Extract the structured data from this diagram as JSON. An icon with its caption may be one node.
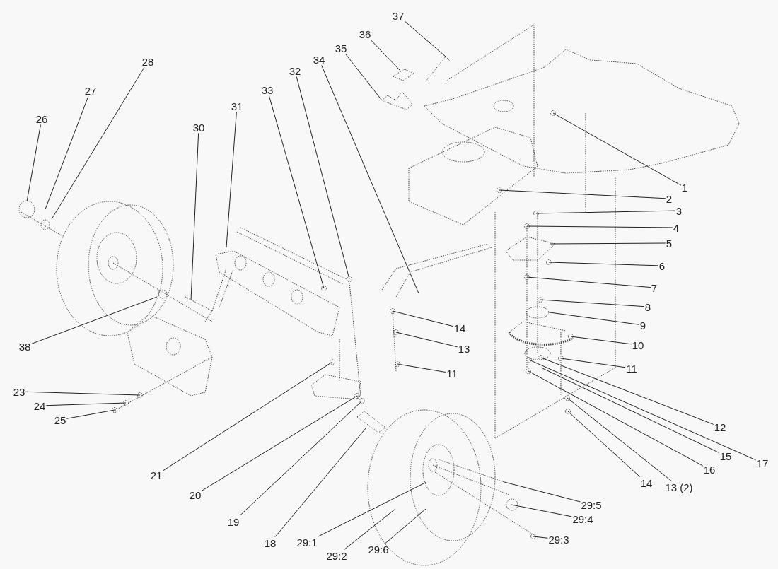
{
  "diagram": {
    "nodes": [
      {
        "text": [
          "37"
        ]
      },
      {
        "text": [
          "36"
        ]
      },
      {
        "text": [
          "35"
        ]
      },
      {
        "text": [
          "34"
        ]
      },
      {
        "text": [
          "28"
        ]
      },
      {
        "text": [
          "32"
        ]
      },
      {
        "text": [
          "33"
        ]
      },
      {
        "text": [
          "27"
        ]
      },
      {
        "text": [
          "31"
        ]
      },
      {
        "text": [
          "26"
        ]
      },
      {
        "text": [
          "30"
        ]
      },
      {
        "text": [
          "1"
        ]
      },
      {
        "text": [
          "2"
        ]
      },
      {
        "text": [
          "3"
        ]
      },
      {
        "text": [
          "4"
        ]
      },
      {
        "text": [
          "5"
        ]
      },
      {
        "text": [
          "6"
        ]
      },
      {
        "text": [
          "7"
        ]
      },
      {
        "text": [
          "8"
        ]
      },
      {
        "text": [
          "9"
        ]
      },
      {
        "text": [
          "14"
        ]
      },
      {
        "text": [
          "10"
        ]
      },
      {
        "text": [
          "38"
        ]
      },
      {
        "text": [
          "13"
        ]
      },
      {
        "text": [
          "11"
        ]
      },
      {
        "text": [
          "11"
        ]
      },
      {
        "text": [
          "23"
        ]
      },
      {
        "text": [
          "24"
        ]
      },
      {
        "text": [
          "25"
        ]
      },
      {
        "text": [
          "12"
        ]
      },
      {
        "text": [
          "15"
        ]
      },
      {
        "text": [
          "16"
        ]
      },
      {
        "text": [
          "17"
        ]
      },
      {
        "text": [
          "21"
        ]
      },
      {
        "text": [
          "14"
        ]
      },
      {
        "text": [
          "13 (2)"
        ]
      },
      {
        "text": [
          "20"
        ]
      },
      {
        "text": [
          "29:5"
        ]
      },
      {
        "text": [
          "19"
        ]
      },
      {
        "text": [
          "29:4"
        ]
      },
      {
        "text": [
          "29:1"
        ]
      },
      {
        "text": [
          "18"
        ]
      },
      {
        "text": [
          "29:3"
        ]
      },
      {
        "text": [
          "29:6"
        ]
      },
      {
        "text": [
          "29:2"
        ]
      }
    ],
    "edges": [
      {
        "from": 0,
        "to": null,
        "arrow": "none"
      },
      {
        "from": 1,
        "to": null,
        "arrow": "none"
      },
      {
        "from": 2,
        "to": null,
        "arrow": "none"
      },
      {
        "from": 3,
        "to": null,
        "arrow": "none"
      },
      {
        "from": 4,
        "to": null,
        "arrow": "none"
      },
      {
        "from": 5,
        "to": null,
        "arrow": "none"
      },
      {
        "from": 6,
        "to": null,
        "arrow": "none"
      },
      {
        "from": 7,
        "to": null,
        "arrow": "none"
      },
      {
        "from": 8,
        "to": null,
        "arrow": "none"
      },
      {
        "from": 9,
        "to": null,
        "arrow": "none"
      },
      {
        "from": 10,
        "to": null,
        "arrow": "none"
      },
      {
        "from": 11,
        "to": null,
        "arrow": "none"
      },
      {
        "from": 12,
        "to": null,
        "arrow": "none"
      },
      {
        "from": 13,
        "to": null,
        "arrow": "none"
      },
      {
        "from": 14,
        "to": null,
        "arrow": "none"
      },
      {
        "from": 15,
        "to": null,
        "arrow": "none"
      },
      {
        "from": 16,
        "to": null,
        "arrow": "none"
      },
      {
        "from": 17,
        "to": null,
        "arrow": "none"
      },
      {
        "from": 18,
        "to": null,
        "arrow": "none"
      },
      {
        "from": 19,
        "to": null,
        "arrow": "none"
      },
      {
        "from": 20,
        "to": null,
        "arrow": "none"
      },
      {
        "from": 21,
        "to": null,
        "arrow": "none"
      },
      {
        "from": 22,
        "to": null,
        "arrow": "none"
      },
      {
        "from": 23,
        "to": null,
        "arrow": "none"
      },
      {
        "from": 24,
        "to": null,
        "arrow": "none"
      },
      {
        "from": 25,
        "to": null,
        "arrow": "none"
      },
      {
        "from": 26,
        "to": null,
        "arrow": "none"
      },
      {
        "from": 27,
        "to": null,
        "arrow": "none"
      },
      {
        "from": 28,
        "to": null,
        "arrow": "none"
      },
      {
        "from": 29,
        "to": null,
        "arrow": "none"
      },
      {
        "from": 30,
        "to": null,
        "arrow": "none"
      },
      {
        "from": 31,
        "to": null,
        "arrow": "none"
      },
      {
        "from": 32,
        "to": null,
        "arrow": "none"
      },
      {
        "from": 33,
        "to": null,
        "arrow": "none"
      },
      {
        "from": 34,
        "to": null,
        "arrow": "none"
      },
      {
        "from": 35,
        "to": null,
        "arrow": "none"
      },
      {
        "from": 36,
        "to": null,
        "arrow": "none"
      },
      {
        "from": 37,
        "to": null,
        "arrow": "none"
      },
      {
        "from": 38,
        "to": null,
        "arrow": "none"
      },
      {
        "from": 39,
        "to": null,
        "arrow": "none"
      },
      {
        "from": 40,
        "to": null,
        "arrow": "none"
      },
      {
        "from": 41,
        "to": null,
        "arrow": "none"
      },
      {
        "from": 42,
        "to": null,
        "arrow": "none"
      },
      {
        "from": 43,
        "to": null,
        "arrow": "none"
      },
      {
        "from": 44,
        "to": null,
        "arrow": "none"
      }
    ]
  }
}
